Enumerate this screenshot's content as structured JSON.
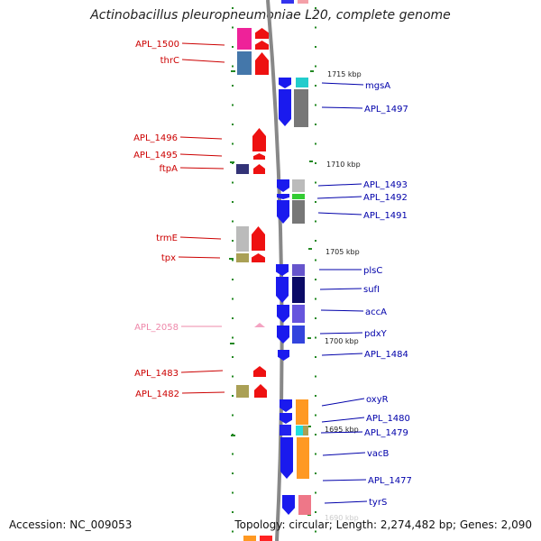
{
  "title": "Actinobacillus pleuropneumoniae L20, complete genome",
  "accession": "Accession: NC_009053",
  "summary": "Topology: circular; Length: 2,274,482 bp; Genes: 2,090",
  "colors": {
    "left_label": "#cc0000",
    "left_label_faded": "#ee88aa",
    "right_label": "#0000aa",
    "backbone": "#888888",
    "tick": "#228822"
  },
  "ruler": [
    {
      "label": "1715 kbp"
    },
    {
      "label": "1710 kbp"
    },
    {
      "label": "1705 kbp"
    },
    {
      "label": "1700 kbp"
    },
    {
      "label": "1695 kbp"
    },
    {
      "label": "1690 kbp"
    }
  ],
  "left_genes": [
    {
      "label": "APL_1500"
    },
    {
      "label": "thrC"
    },
    {
      "label": "APL_1496"
    },
    {
      "label": "APL_1495"
    },
    {
      "label": "ftpA"
    },
    {
      "label": "trmE"
    },
    {
      "label": "tpx"
    },
    {
      "label": "APL_2058",
      "faded": true
    },
    {
      "label": "APL_1483"
    },
    {
      "label": "APL_1482"
    }
  ],
  "right_genes": [
    {
      "label": "mgsA"
    },
    {
      "label": "APL_1497"
    },
    {
      "label": "APL_1493"
    },
    {
      "label": "APL_1492"
    },
    {
      "label": "APL_1491"
    },
    {
      "label": "plsC"
    },
    {
      "label": "sufI"
    },
    {
      "label": "accA"
    },
    {
      "label": "pdxY"
    },
    {
      "label": "APL_1484"
    },
    {
      "label": "oxyR"
    },
    {
      "label": "APL_1480"
    },
    {
      "label": "APL_1479"
    },
    {
      "label": "vacB"
    },
    {
      "label": "APL_1477"
    },
    {
      "label": "tyrS"
    }
  ]
}
